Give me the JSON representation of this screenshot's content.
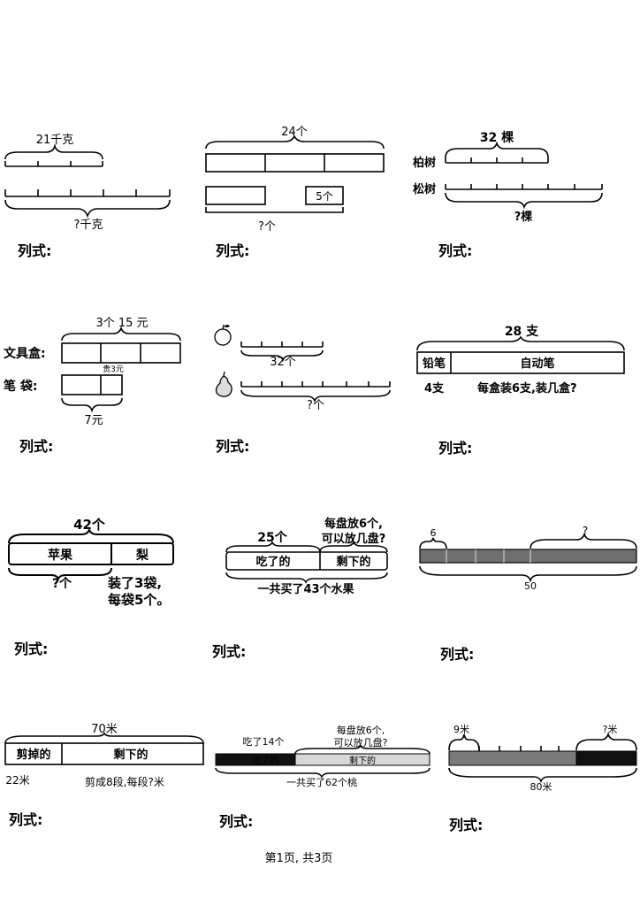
{
  "problems": [
    {
      "top": "21千克",
      "bottom": "?千克",
      "answer_label": "列式:"
    },
    {
      "top": "24个",
      "small_box": "5个",
      "bottom": "?个",
      "answer_label": "列式:"
    },
    {
      "top": "32 棵",
      "row1": "柏树",
      "row2": "松树",
      "bottom": "?棵",
      "answer_label": "列式:"
    },
    {
      "top": "3个 15 元",
      "row1": "文具盒:",
      "row2": "笔   袋:",
      "mid_note": "贵3元",
      "bottom": "7元",
      "answer_label": "列式:"
    },
    {
      "top_count": "32个",
      "bottom": "?个",
      "answer_label": "列式:"
    },
    {
      "top": "28 支",
      "left_box": "铅笔",
      "right_box": "自动笔",
      "left_under": "4支",
      "note": "每盒装6支,装几盒?",
      "answer_label": "列式:"
    },
    {
      "top": "42个",
      "left_box": "苹果",
      "right_box": "梨",
      "left_under": "?个",
      "note_line1": "装了3袋,",
      "note_line2": "每袋5个。",
      "answer_label": "列式:"
    },
    {
      "top_left": "25个",
      "note_line1": "每盘放6个,",
      "note_line2": "可以放几盘?",
      "left_box": "吃了的",
      "right_box": "剩下的",
      "bottom": "一共买了43个水果",
      "answer_label": "列式:"
    },
    {
      "left_top": "6",
      "right_top": "?",
      "bottom": "50",
      "answer_label": "列式:"
    },
    {
      "top": "70米",
      "left_box": "剪掉的",
      "right_box": "剩下的",
      "left_under": "22米",
      "note": "剪成8段,每段?米",
      "answer_label": "列式:"
    },
    {
      "left_top": "吃了14个",
      "note_line1": "每盘放6个,",
      "note_line2": "可以放几盘?",
      "left_box": "吃了的",
      "right_box": "剩下的",
      "bottom": "一共买了62个桃",
      "answer_label": "列式:"
    },
    {
      "left_top": "9米",
      "right_top": "?米",
      "bottom": "80米",
      "answer_label": "列式:"
    }
  ],
  "footer": "第1页, 共3页"
}
